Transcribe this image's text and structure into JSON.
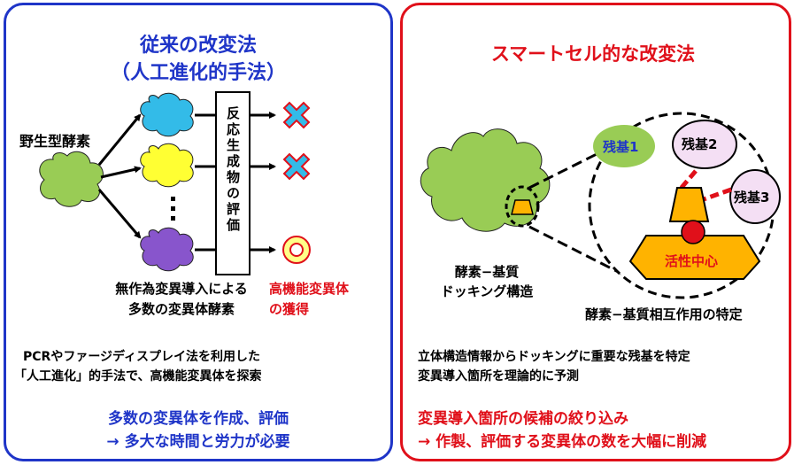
{
  "colors": {
    "blue": "#1f35c8",
    "red": "#e0101a",
    "green": "#99cc55",
    "cyan": "#33bbe8",
    "yellow": "#ffff33",
    "purple": "#8855cc",
    "orange": "#ffb300",
    "pink": "#f4dff4"
  },
  "left": {
    "title1": "従来の改変法",
    "title2": "（人工進化的手法）",
    "wild_enzyme": "野生型酵素",
    "evaluation": "反応生成物の評価",
    "mutants_line1": "無作為変異導入による",
    "mutants_line2": "多数の変異体酵素",
    "result_line1": "高機能変異体",
    "result_line2": "の獲得",
    "desc_line1": "PCRやファージディスプレイ法を利用した",
    "desc_line2": "「人工進化」的手法で、高機能変異体を探索",
    "conclusion_line1": "多数の変異体を作成、評価",
    "conclusion_line2": "→ 多大な時間と労力が必要"
  },
  "right": {
    "title": "スマートセル的な改変法",
    "residue1": "残基1",
    "residue2": "残基2",
    "residue3": "残基3",
    "active_center": "活性中心",
    "docking_line1": "酵素−基質",
    "docking_line2": "ドッキング構造",
    "interaction": "酵素−基質相互作用の特定",
    "desc_line1": "立体構造情報からドッキングに重要な残基を特定",
    "desc_line2": "変異導入箇所を理論的に予測",
    "conclusion_line1": "変異導入箇所の候補の絞り込み",
    "conclusion_line2": "→ 作製、評価する変異体の数を大幅に削減"
  }
}
